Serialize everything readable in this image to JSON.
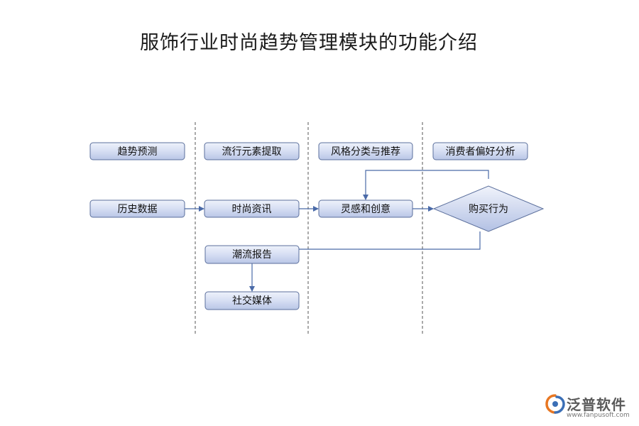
{
  "title": "服饰行业时尚趋势管理模块的功能介绍",
  "colors": {
    "node_fill_top": "#eef2fb",
    "node_fill_bottom": "#bfcbe9",
    "node_stroke": "#5b6f9c",
    "connector": "#4a6aa8",
    "divider": "#555555",
    "logo_orange": "#e87722",
    "logo_blue": "#3b6fb6"
  },
  "nodes": {
    "trend_forecast": "趋势预测",
    "element_extraction": "流行元素提取",
    "style_recommend": "风格分类与推荐",
    "consumer_pref": "消费者偏好分析",
    "history_data": "历史数据",
    "fashion_news": "时尚资讯",
    "inspiration": "灵感和创意",
    "purchase": "购买行为",
    "trend_report": "潮流报告",
    "social_media": "社交媒体"
  },
  "logo": {
    "name": "泛普软件",
    "url": "www.fanpusoft.com",
    "icon": "fanpu-logo-icon"
  }
}
